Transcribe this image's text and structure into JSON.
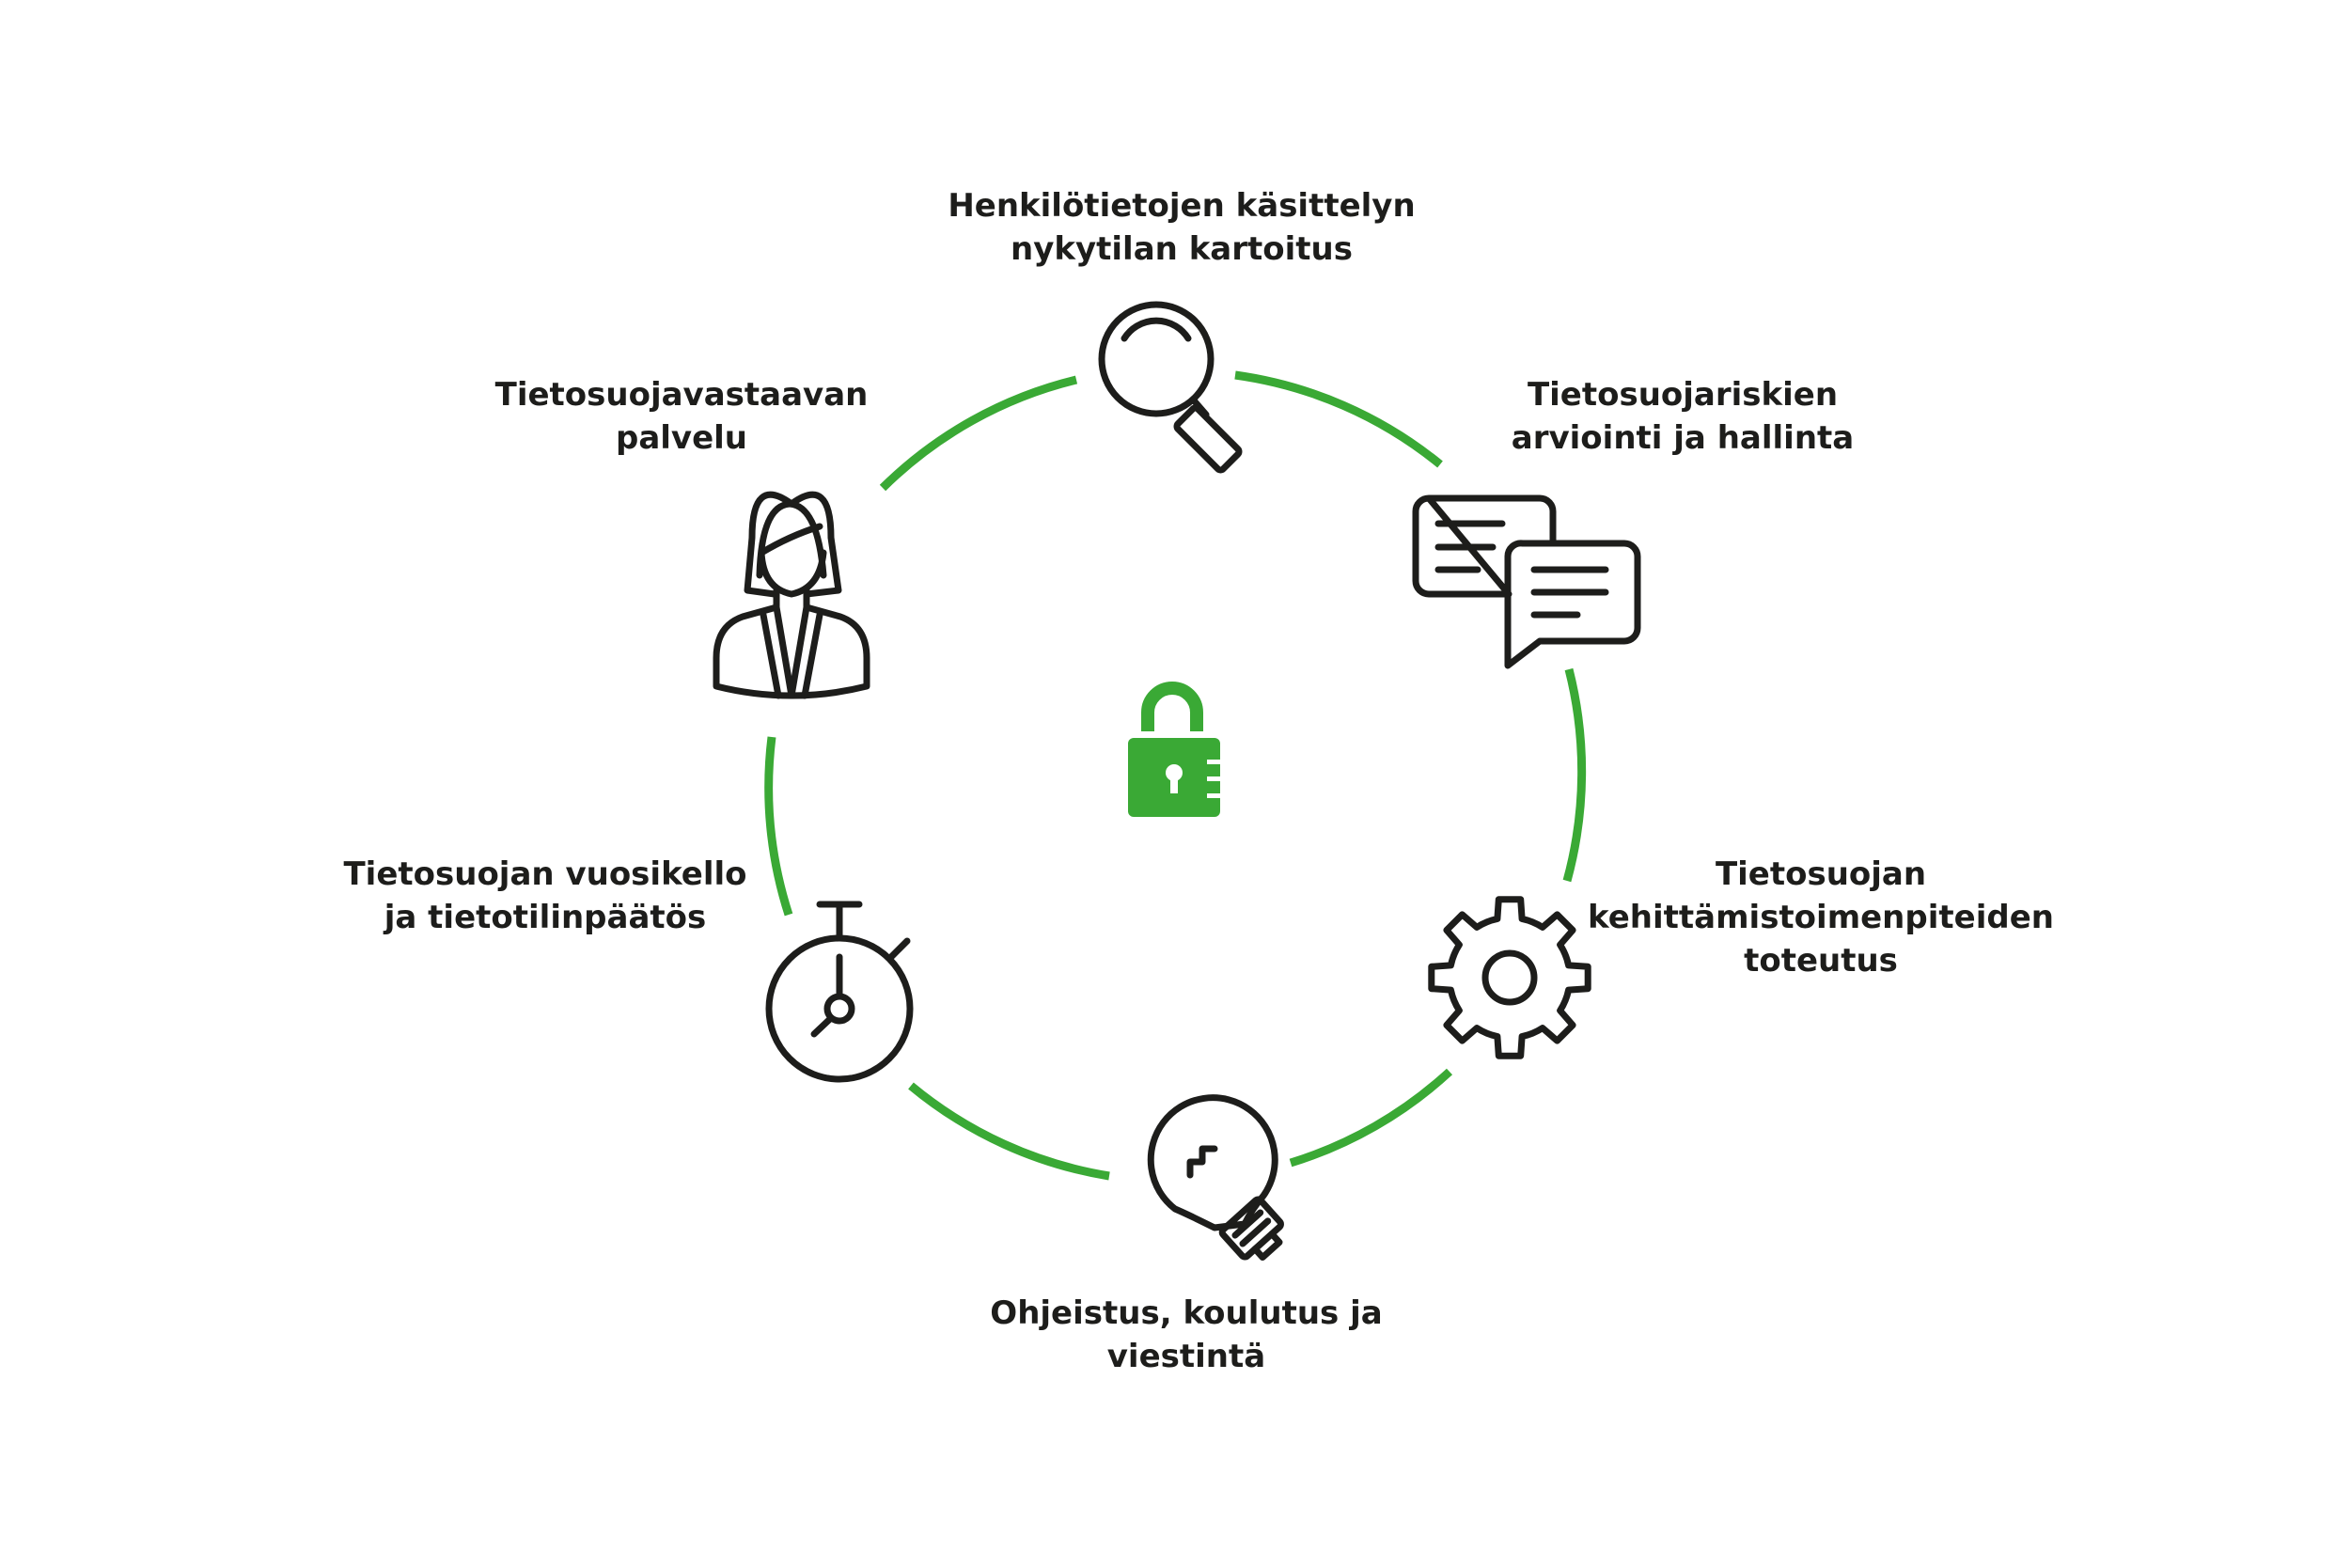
{
  "colors": {
    "accent": "#3aa935",
    "icon_stroke": "#1d1d1b",
    "text": "#1d1d1b",
    "background": "#ffffff"
  },
  "center": {
    "icon": "padlock-icon"
  },
  "steps": [
    {
      "icon": "magnifier-icon",
      "lines": [
        "Henkilötietojen käsittelyn",
        "nykytilan kartoitus"
      ]
    },
    {
      "icon": "chat-bubbles-icon",
      "lines": [
        "Tietosuojariskien",
        "arviointi ja hallinta"
      ]
    },
    {
      "icon": "gear-icon",
      "lines": [
        "Tietosuojan",
        "kehittämistoimenpiteiden",
        "toteutus"
      ]
    },
    {
      "icon": "lightbulb-icon",
      "lines": [
        "Ohjeistus, koulutus ja",
        "viestintä"
      ]
    },
    {
      "icon": "stopwatch-icon",
      "lines": [
        "Tietosuojan vuosikello",
        "ja  tietotilinpäätös"
      ]
    },
    {
      "icon": "person-icon",
      "lines": [
        "Tietosuojavastaavan",
        "palvelu"
      ]
    }
  ]
}
